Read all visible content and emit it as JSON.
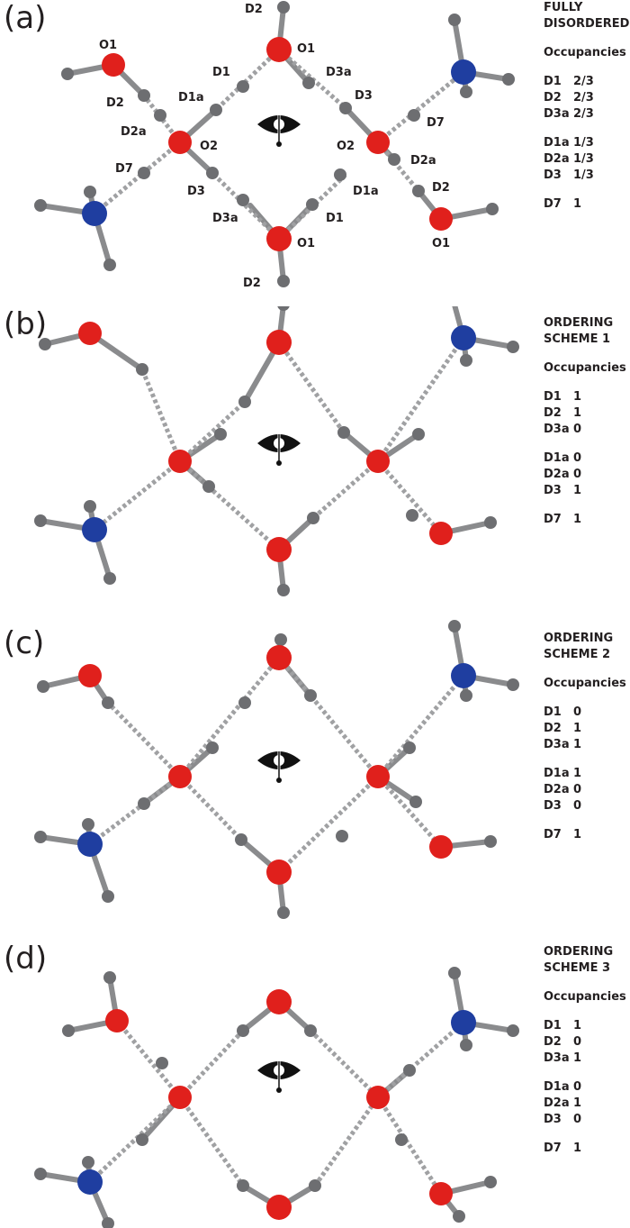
{
  "panels": [
    {
      "letter": "(a)",
      "scheme": "FULLY\nDISORDERED",
      "occupancies_title": "Occupancies",
      "occ_groups": [
        [
          [
            "D1",
            "2/3"
          ],
          [
            "D2",
            "2/3"
          ],
          [
            "D3a",
            "2/3"
          ]
        ],
        [
          [
            "D1a",
            "1/3"
          ],
          [
            "D2a",
            "1/3"
          ],
          [
            "D3",
            "1/3"
          ]
        ],
        [
          [
            "D7",
            "1"
          ]
        ]
      ],
      "atom_labels": [
        "D2",
        "O1",
        "D1",
        "D3a",
        "O1",
        "D3",
        "D7",
        "D2",
        "D1a",
        "D2a",
        "O2",
        "O2",
        "D2a",
        "D7",
        "D2",
        "D3",
        "D1a",
        "D3a",
        "D1",
        "O1",
        "O1",
        "D2"
      ]
    },
    {
      "letter": "(b)",
      "scheme": "ORDERING\nSCHEME 1",
      "occupancies_title": "Occupancies",
      "occ_groups": [
        [
          [
            "D1",
            "1"
          ],
          [
            "D2",
            "1"
          ],
          [
            "D3a",
            "0"
          ]
        ],
        [
          [
            "D1a",
            "0"
          ],
          [
            "D2a",
            "0"
          ],
          [
            "D3",
            "1"
          ]
        ],
        [
          [
            "D7",
            "1"
          ]
        ]
      ]
    },
    {
      "letter": "(c)",
      "scheme": "ORDERING\nSCHEME 2",
      "occupancies_title": "Occupancies",
      "occ_groups": [
        [
          [
            "D1",
            "0"
          ],
          [
            "D2",
            "1"
          ],
          [
            "D3a",
            "1"
          ]
        ],
        [
          [
            "D1a",
            "1"
          ],
          [
            "D2a",
            "0"
          ],
          [
            "D3",
            "0"
          ]
        ],
        [
          [
            "D7",
            "1"
          ]
        ]
      ]
    },
    {
      "letter": "(d)",
      "scheme": "ORDERING\nSCHEME 3",
      "occupancies_title": "Occupancies",
      "occ_groups": [
        [
          [
            "D1",
            "1"
          ],
          [
            "D2",
            "0"
          ],
          [
            "D3a",
            "1"
          ]
        ],
        [
          [
            "D1a",
            "0"
          ],
          [
            "D2a",
            "1"
          ],
          [
            "D3",
            "0"
          ]
        ],
        [
          [
            "D7",
            "1"
          ]
        ]
      ]
    }
  ],
  "colors": {
    "oxygen": "#e0201c",
    "nitrogen": "#1f3ea0",
    "deuterium": "#6d6e71",
    "text": "#231f20"
  },
  "icons": [
    "eye-icon"
  ]
}
